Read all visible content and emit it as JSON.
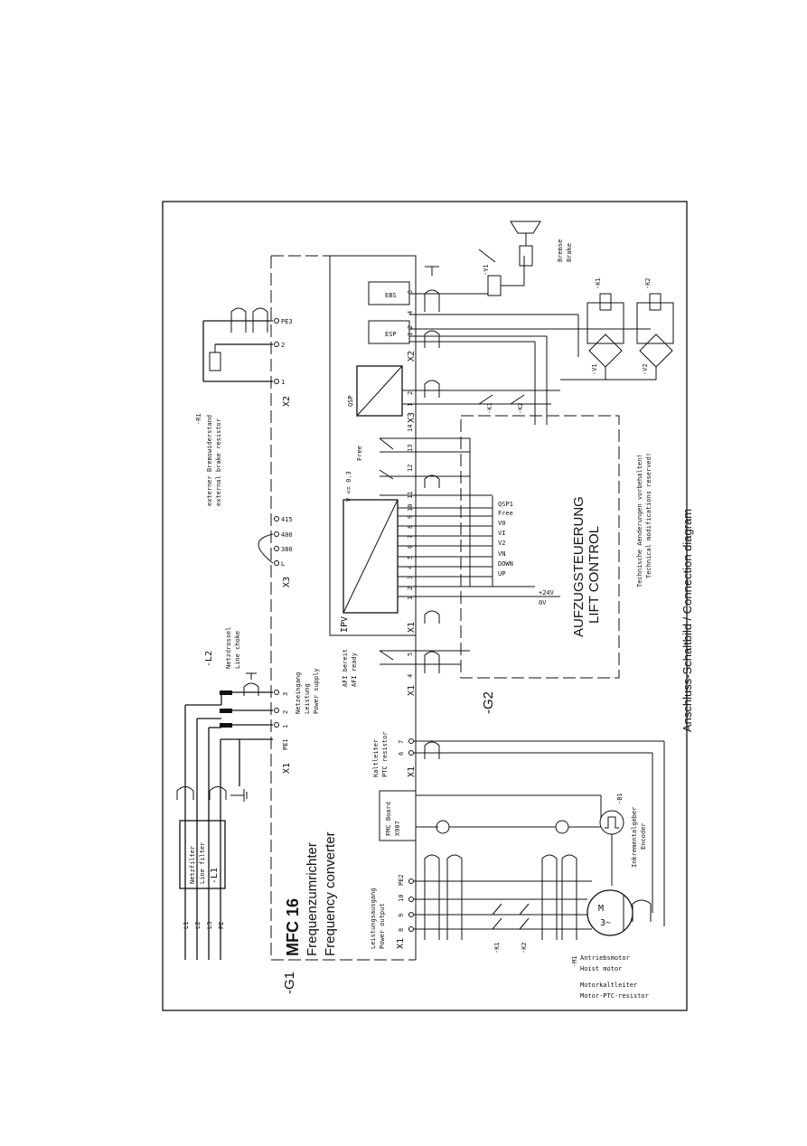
{
  "diagram": {
    "title": {
      "product": "MFC 16",
      "de": "Frequenzumrichter",
      "en": "Frequency converter",
      "designator": "-G1"
    },
    "lift": {
      "de": "AUFZUGSTEUERUNG",
      "en": "LIFT CONTROL",
      "designator": "-G2"
    },
    "footer": {
      "notice_de": "Technische Aenderungen vorbehalten!",
      "notice_en": "Technical modifications reserved!",
      "caption": "Anschluss-Schaltbild / Connection diagram"
    },
    "mains": {
      "lines": [
        "L1",
        "L2",
        "L3",
        "PE"
      ],
      "filter_de": "Netzfilter",
      "filter_en": "Line filter",
      "filter_tag": "-L1",
      "choke_de": "Netzdrossel",
      "choke_en": "Line choke",
      "choke_tag": "-L2",
      "supply_de": "Netzeingang",
      "supply_de2": "Leistung",
      "supply_en": "Power supply",
      "pe1": "PE1",
      "terminals": [
        "1",
        "2",
        "3"
      ]
    },
    "voltage_select": {
      "connector": "X3",
      "options": [
        "415",
        "400",
        "380",
        "L"
      ]
    },
    "brake_resistor": {
      "connector": "X2",
      "tag": "-R1",
      "de": "externer Bremswiderstand",
      "en": "external brake resistor",
      "terminals": [
        "1",
        "2",
        "PE3"
      ]
    },
    "ipv": {
      "label": "IPV",
      "connector": "X1",
      "terminals": [
        "1",
        "2",
        "3",
        "4",
        "5",
        "6",
        "7",
        "8",
        "9",
        "10",
        "11",
        "12",
        "13",
        "14"
      ],
      "signals": [
        "QSP1",
        "Free",
        "V0",
        "VI",
        "V2",
        "VN",
        "DOWN",
        "UP"
      ],
      "plus24": "+24V",
      "zero_v": "0V",
      "speed_note": "V <= 0.3",
      "free_label": "Free"
    },
    "qsp": {
      "label": "QSP",
      "connector": "X3",
      "terminals": [
        "1",
        "2"
      ],
      "contacts": [
        "-K1",
        "-K2"
      ]
    },
    "safety": {
      "connector": "X2",
      "terminals": [
        "1",
        "2",
        "3",
        "4",
        "5"
      ],
      "esp": "ESP",
      "ebs": "EBS",
      "y1": "-Y1",
      "brake_de": "Bremse",
      "brake_en": "Brake",
      "k1": "-K1",
      "k2": "-K2",
      "v1": "-V1",
      "v2": "-V2"
    },
    "ready": {
      "connector": "X1",
      "terminals": [
        "4",
        "5"
      ],
      "de": "AFI bereit",
      "en": "AFI ready"
    },
    "ptc": {
      "connector": "X1",
      "terminals": [
        "6",
        "7"
      ],
      "de": "Kaltleiter",
      "en": "PTC resistor"
    },
    "encoder": {
      "board": "FMC Board",
      "port": "X907",
      "tag": "-B1",
      "de": "Inkrementalgeber",
      "en": "Encoder"
    },
    "power_out": {
      "connector": "X1",
      "terminals": [
        "8",
        "9",
        "10",
        "PE2"
      ],
      "de": "Leistungsausgang",
      "en": "Power output",
      "contactors": [
        "-K1",
        "-K2"
      ]
    },
    "motor": {
      "tag": "-M1",
      "symbol_m": "M",
      "symbol_3": "3~",
      "de": "Antriebsmotor",
      "en": "Hoist motor",
      "ptc_de": "Motorkaltleiter",
      "ptc_en": "Motor-PTC-resistor"
    }
  }
}
